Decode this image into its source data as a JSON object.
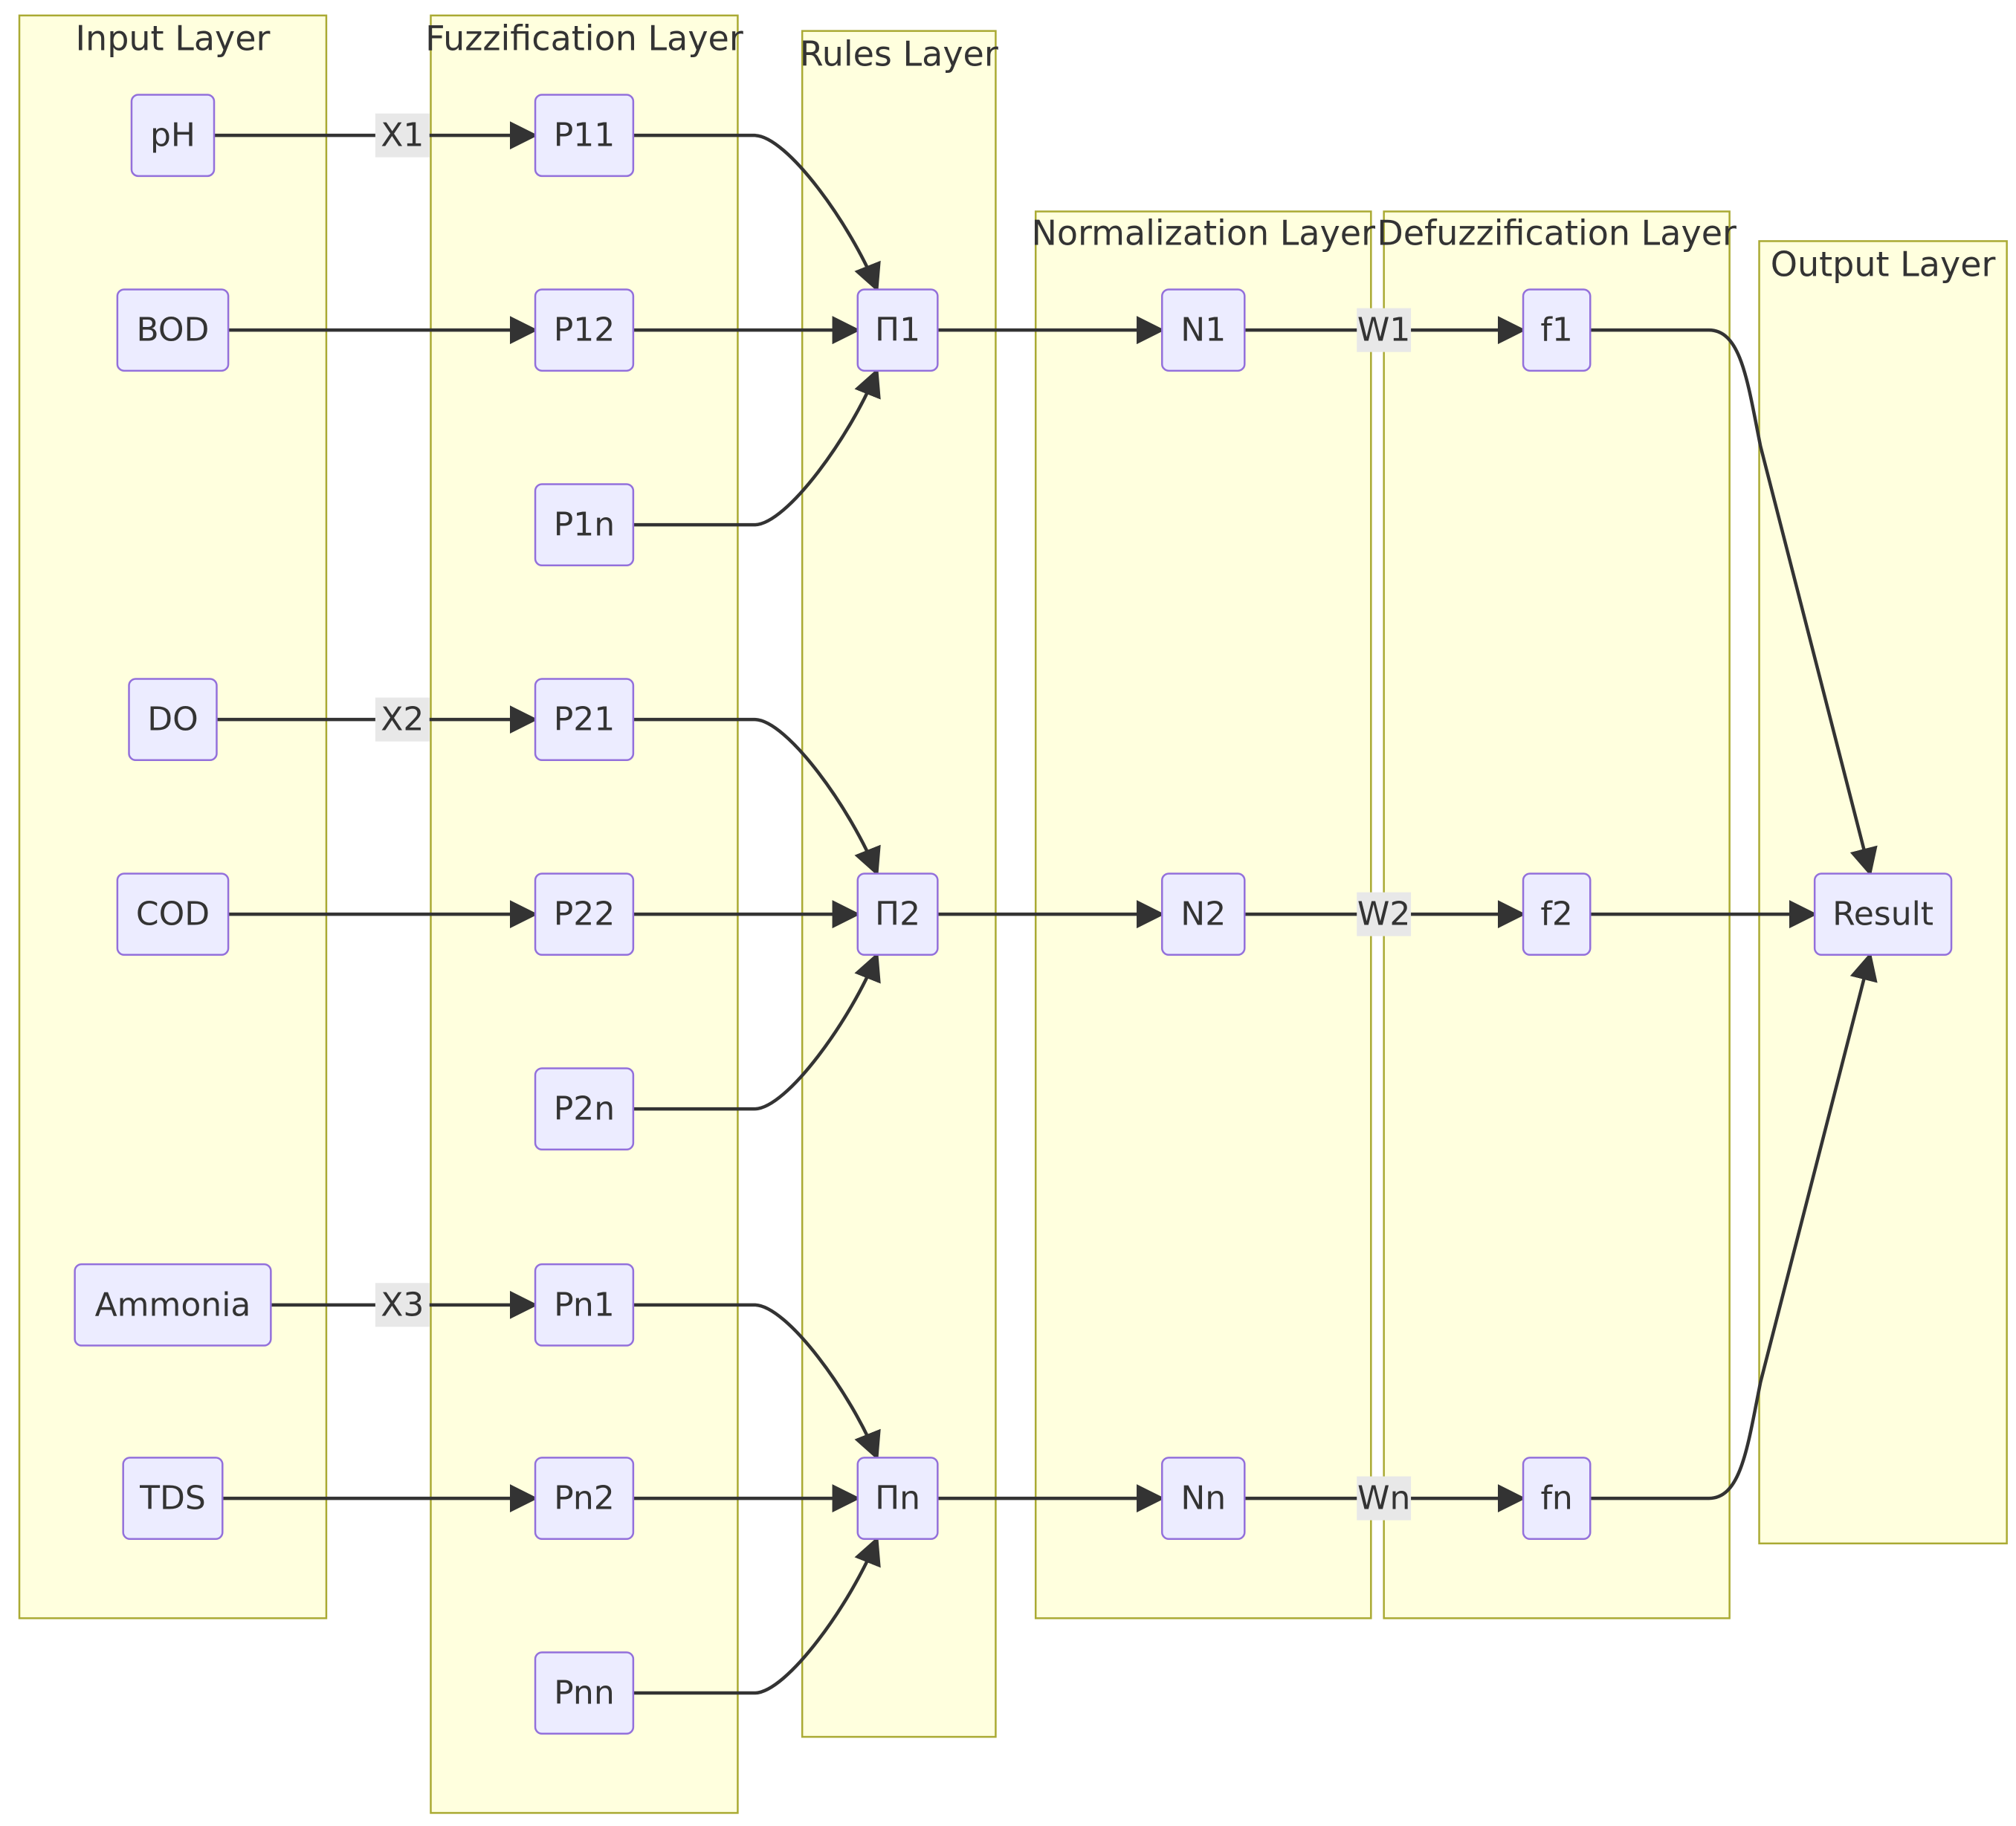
{
  "clusters": [
    {
      "id": "input",
      "title": "Input Layer"
    },
    {
      "id": "fuzz",
      "title": "Fuzzification Layer"
    },
    {
      "id": "rules",
      "title": "Rules Layer"
    },
    {
      "id": "norm",
      "title": "Normalization Layer"
    },
    {
      "id": "defuzz",
      "title": "Defuzzification Layer"
    },
    {
      "id": "output",
      "title": "Output Layer"
    }
  ],
  "nodes": [
    {
      "id": "pH",
      "label": "pH"
    },
    {
      "id": "BOD",
      "label": "BOD"
    },
    {
      "id": "DO",
      "label": "DO"
    },
    {
      "id": "COD",
      "label": "COD"
    },
    {
      "id": "Ammonia",
      "label": "Ammonia"
    },
    {
      "id": "TDS",
      "label": "TDS"
    },
    {
      "id": "P11",
      "label": "P11"
    },
    {
      "id": "P12",
      "label": "P12"
    },
    {
      "id": "P1n",
      "label": "P1n"
    },
    {
      "id": "P21",
      "label": "P21"
    },
    {
      "id": "P22",
      "label": "P22"
    },
    {
      "id": "P2n",
      "label": "P2n"
    },
    {
      "id": "Pn1",
      "label": "Pn1"
    },
    {
      "id": "Pn2",
      "label": "Pn2"
    },
    {
      "id": "Pnn",
      "label": "Pnn"
    },
    {
      "id": "R1",
      "label": "Π1"
    },
    {
      "id": "R2",
      "label": "Π2"
    },
    {
      "id": "Rn",
      "label": "Πn"
    },
    {
      "id": "N1",
      "label": "N1"
    },
    {
      "id": "N2",
      "label": "N2"
    },
    {
      "id": "Nn",
      "label": "Nn"
    },
    {
      "id": "f1",
      "label": "f1"
    },
    {
      "id": "f2",
      "label": "f2"
    },
    {
      "id": "fn",
      "label": "fn"
    },
    {
      "id": "Result",
      "label": "Result"
    }
  ],
  "edges": [
    {
      "from": "pH",
      "to": "P11",
      "label": "X1"
    },
    {
      "from": "BOD",
      "to": "P12",
      "label": ""
    },
    {
      "from": "DO",
      "to": "P21",
      "label": "X2"
    },
    {
      "from": "COD",
      "to": "P22",
      "label": ""
    },
    {
      "from": "Ammonia",
      "to": "Pn1",
      "label": "X3"
    },
    {
      "from": "TDS",
      "to": "Pn2",
      "label": ""
    },
    {
      "from": "P11",
      "to": "R1",
      "label": ""
    },
    {
      "from": "P12",
      "to": "R1",
      "label": ""
    },
    {
      "from": "P1n",
      "to": "R1",
      "label": ""
    },
    {
      "from": "P21",
      "to": "R2",
      "label": ""
    },
    {
      "from": "P22",
      "to": "R2",
      "label": ""
    },
    {
      "from": "P2n",
      "to": "R2",
      "label": ""
    },
    {
      "from": "Pn1",
      "to": "Rn",
      "label": ""
    },
    {
      "from": "Pn2",
      "to": "Rn",
      "label": ""
    },
    {
      "from": "Pnn",
      "to": "Rn",
      "label": ""
    },
    {
      "from": "R1",
      "to": "N1",
      "label": ""
    },
    {
      "from": "R2",
      "to": "N2",
      "label": ""
    },
    {
      "from": "Rn",
      "to": "Nn",
      "label": ""
    },
    {
      "from": "N1",
      "to": "f1",
      "label": "W1"
    },
    {
      "from": "N2",
      "to": "f2",
      "label": "W2"
    },
    {
      "from": "Nn",
      "to": "fn",
      "label": "Wn"
    },
    {
      "from": "f1",
      "to": "Result",
      "label": ""
    },
    {
      "from": "f2",
      "to": "Result",
      "label": ""
    },
    {
      "from": "fn",
      "to": "Result",
      "label": ""
    }
  ]
}
